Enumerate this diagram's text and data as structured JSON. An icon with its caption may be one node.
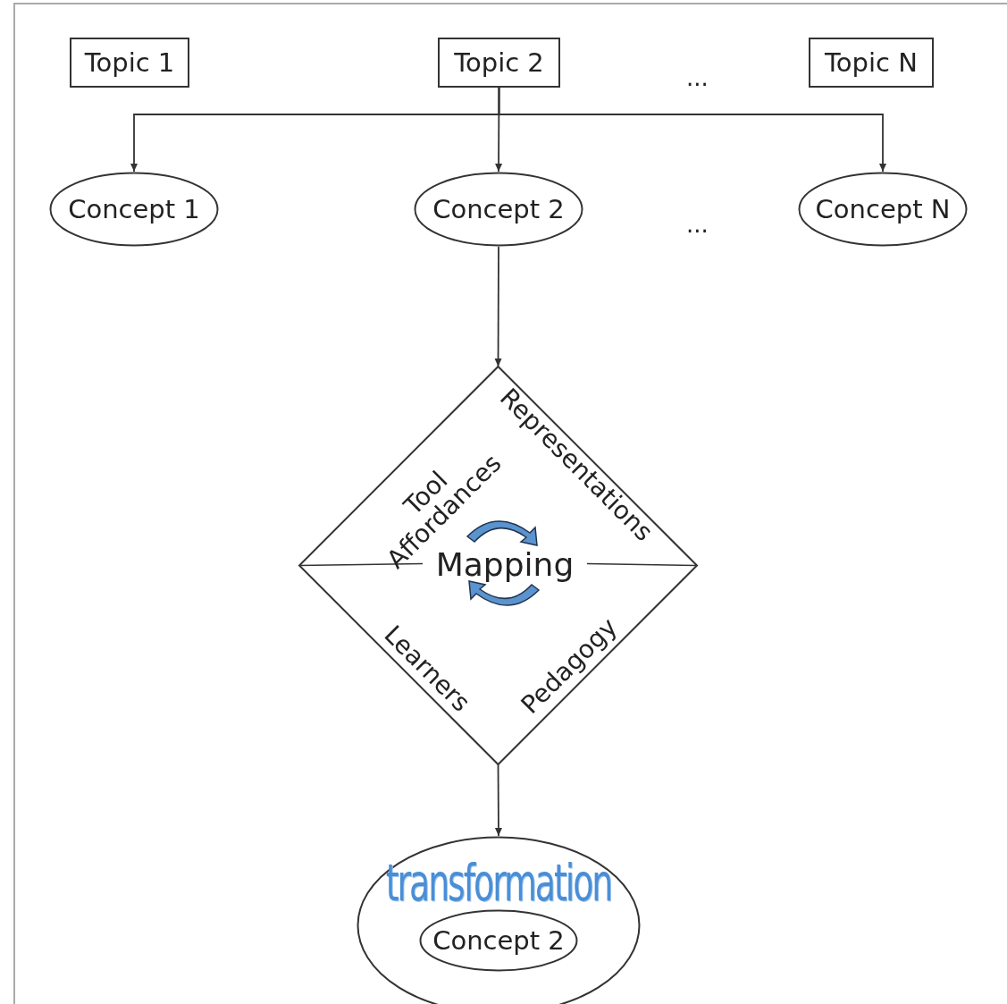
{
  "diagram": {
    "nodes": [
      {
        "text": [
          "Topic 1"
        ]
      },
      {
        "text": [
          "Topic 2"
        ]
      },
      {
        "text": [
          "Topic N"
        ]
      },
      {
        "text": [
          "Concept 1"
        ]
      },
      {
        "text": [
          "Concept 2"
        ]
      },
      {
        "text": [
          "Concept N"
        ]
      },
      {
        "text": [
          "Tool Affordances",
          "Representations",
          "Mapping",
          "Learners",
          "Pedagogy"
        ]
      },
      {
        "text": [
          "transformation"
        ]
      },
      {
        "text": [
          "Concept 2"
        ],
        "in": 7
      }
    ],
    "edges": [
      {
        "from": 1,
        "to": 3,
        "arrow": "to"
      },
      {
        "from": 1,
        "to": 4,
        "arrow": "to"
      },
      {
        "from": 1,
        "to": 5,
        "arrow": "to"
      },
      {
        "from": 4,
        "to": 6,
        "arrow": "to"
      },
      {
        "from": 6,
        "to": 7,
        "arrow": "to"
      }
    ],
    "labels": [
      "...",
      "..."
    ]
  }
}
